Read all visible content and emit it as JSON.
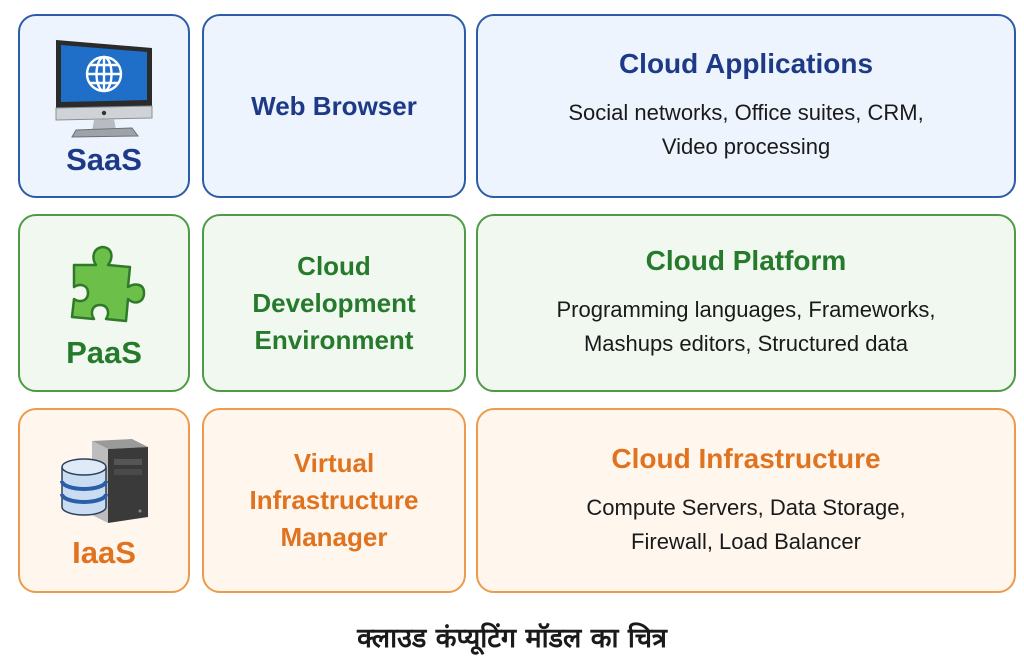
{
  "rows": [
    {
      "layer": "SaaS",
      "icon": "monitor-globe-icon",
      "middle": [
        "Web Browser"
      ],
      "title": "Cloud Applications",
      "description": [
        "Social networks, Office suites, CRM,",
        "Video processing"
      ],
      "color": "#1d3a86",
      "border": "#2e5ba8",
      "background": "#eef4fd"
    },
    {
      "layer": "PaaS",
      "icon": "puzzle-piece-icon",
      "middle": [
        "Cloud",
        "Development",
        "Environment"
      ],
      "title": "Cloud Platform",
      "description": [
        "Programming languages, Frameworks,",
        "Mashups editors, Structured data"
      ],
      "color": "#267a2c",
      "border": "#4f9a47",
      "background": "#f1f8ef"
    },
    {
      "layer": "IaaS",
      "icon": "server-database-icon",
      "middle": [
        "Virtual",
        "Infrastructure",
        "Manager"
      ],
      "title": "Cloud Infrastructure",
      "description": [
        "Compute Servers, Data Storage,",
        "Firewall, Load Balancer"
      ],
      "color": "#e0731f",
      "border": "#ec9a4c",
      "background": "#fff6ee"
    }
  ],
  "caption": "क्लाउड कंप्यूटिंग मॉडल का चित्र"
}
